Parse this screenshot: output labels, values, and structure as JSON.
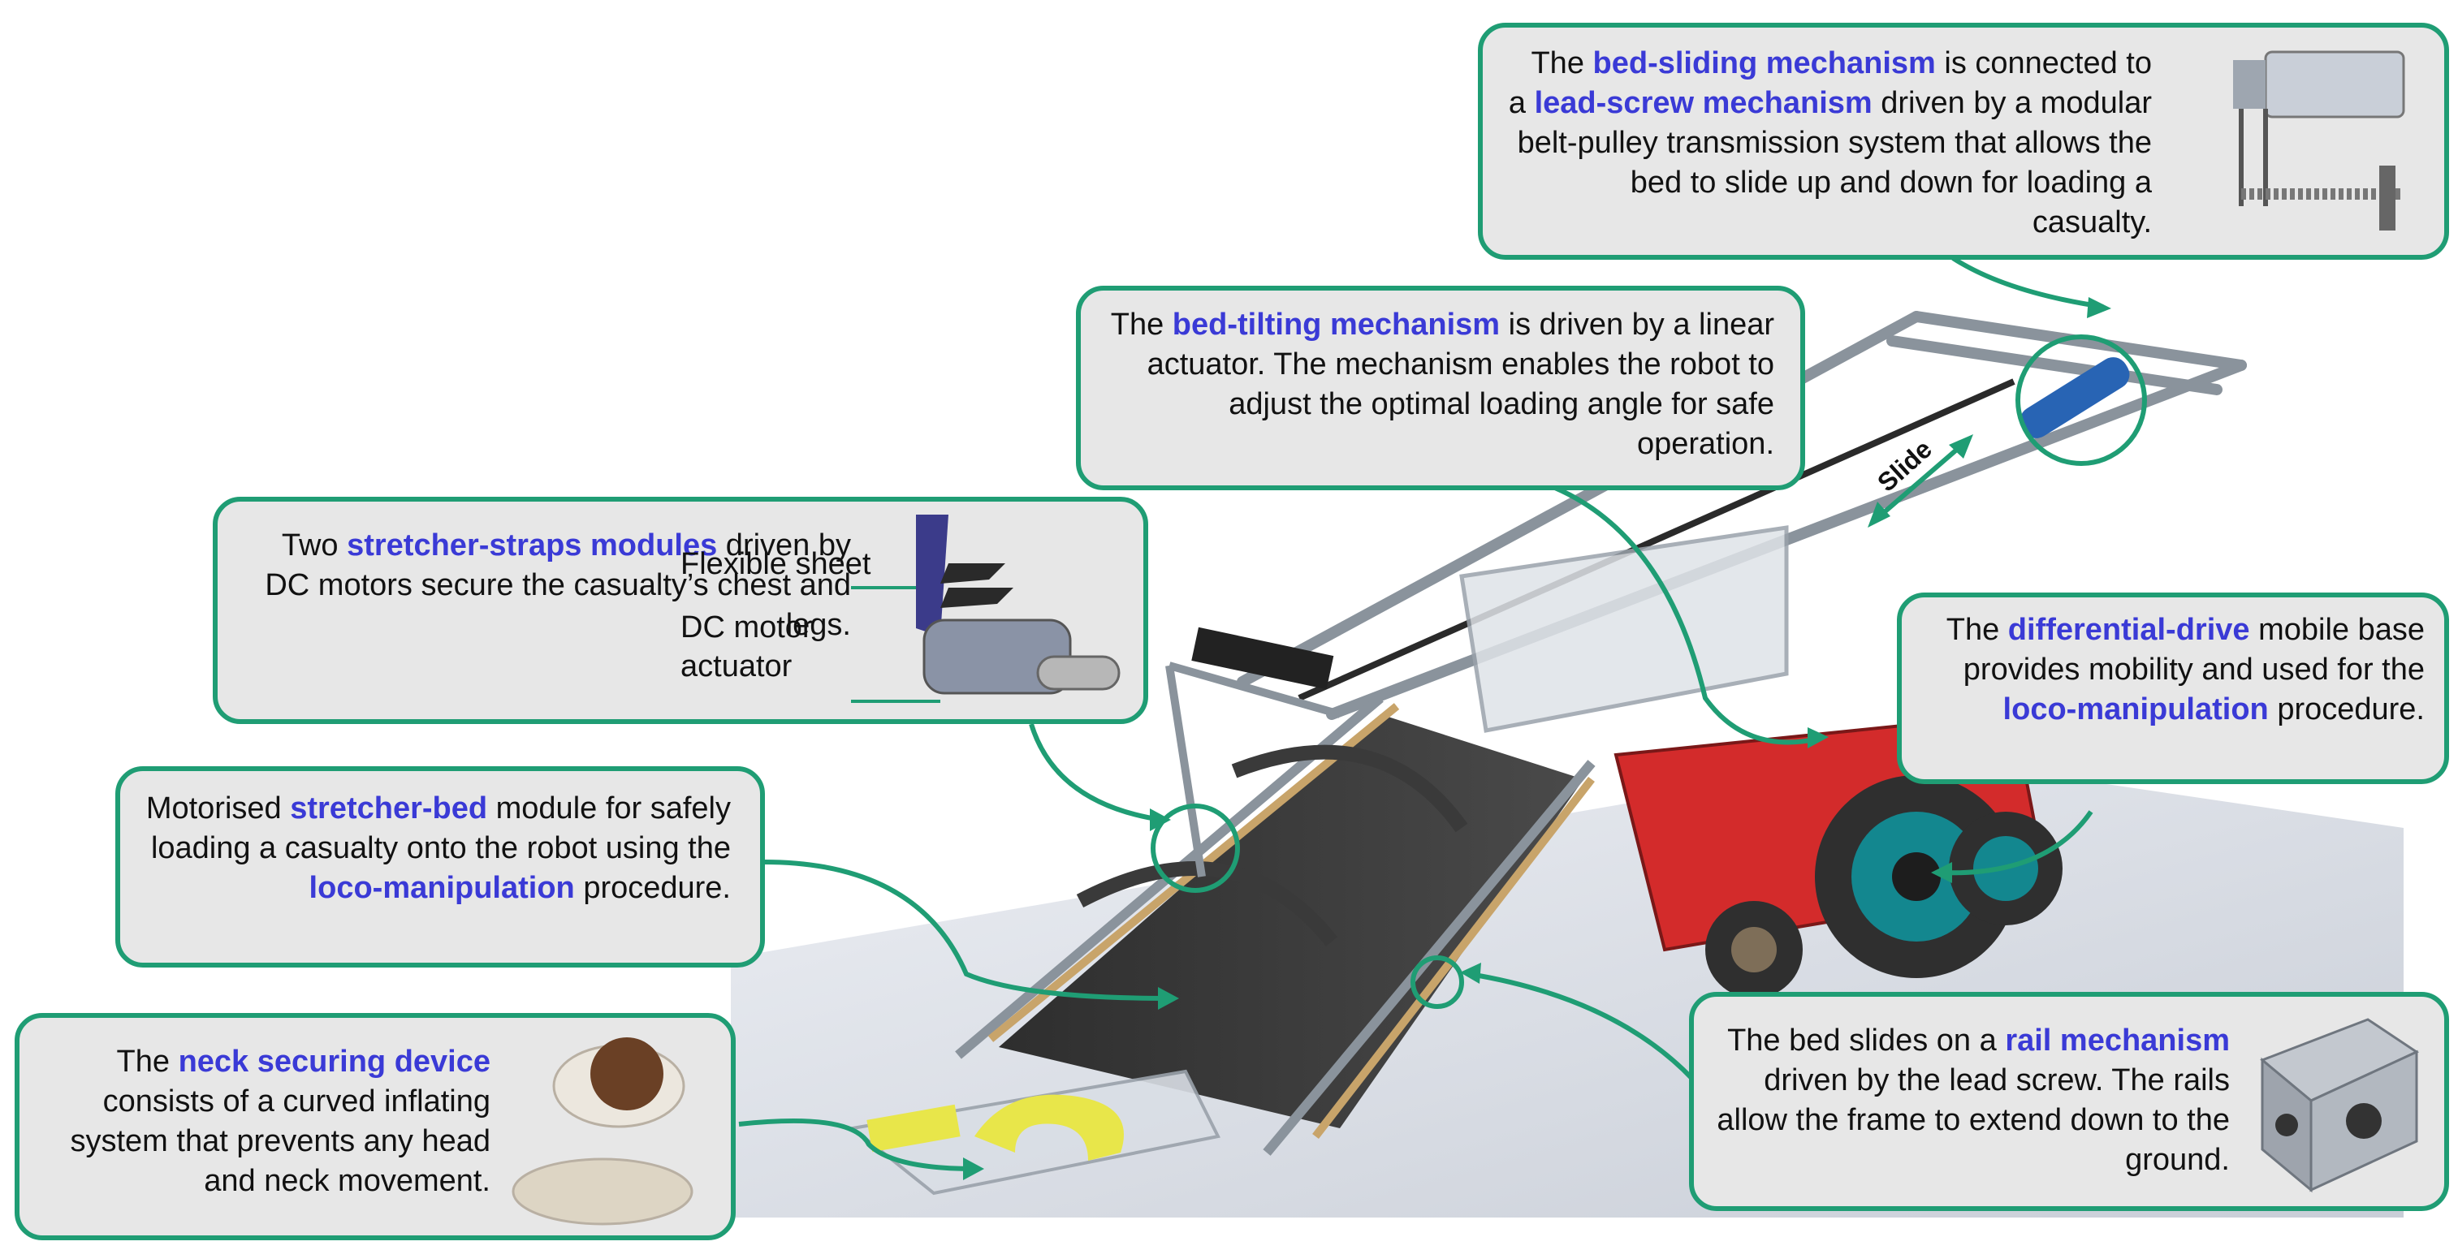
{
  "colors": {
    "callout_border": "#1f9d74",
    "callout_fill": "#e7e7e7",
    "highlight_text": "#3a3ad6",
    "robot_frame": "#8a939c",
    "robot_base": "#d32b2b",
    "wheels": "#13878f",
    "belt": "#3d3d3d"
  },
  "slide_label": "Slide",
  "bed_sliding": {
    "t1": "The ",
    "h1": "bed-sliding mechanism",
    "t2": " is connected to a ",
    "h2": "lead-screw mechanism",
    "t3": " driven by a modular belt-pulley transmission system that allows the bed to slide up and down for loading a casualty."
  },
  "bed_tilting": {
    "t1": "The ",
    "h1": "bed-tilting mechanism",
    "t2": " is driven by a linear actuator. The mechanism enables the robot to adjust the optimal loading angle for safe operation."
  },
  "straps": {
    "t1": "Two ",
    "h1": "stretcher-straps modules",
    "t2": " driven by DC motors secure the casualty’s chest and legs.",
    "label_sheet": "Flexible sheet",
    "label_motor_line1": "DC motor",
    "label_motor_line2": "actuator"
  },
  "diff_drive": {
    "t1": "The ",
    "h1": "differential-drive",
    "t2": " mobile base provides mobility and used for the ",
    "h2": "loco-manipulation",
    "t3": " procedure."
  },
  "stretcher_bed": {
    "t1": "Motorised ",
    "h1": "stretcher-bed",
    "t2": " module for safely loading a casualty onto the robot using the ",
    "h2": "loco-manipulation",
    "t3": " procedure."
  },
  "neck": {
    "t1": "The ",
    "h1": "neck securing device",
    "t2": " consists of a curved inflating system that prevents any head and neck movement."
  },
  "rail": {
    "t1": "The bed slides on a ",
    "h1": "rail mechanism",
    "t2": " driven by the lead screw. The rails allow the frame to extend down to the ground."
  }
}
